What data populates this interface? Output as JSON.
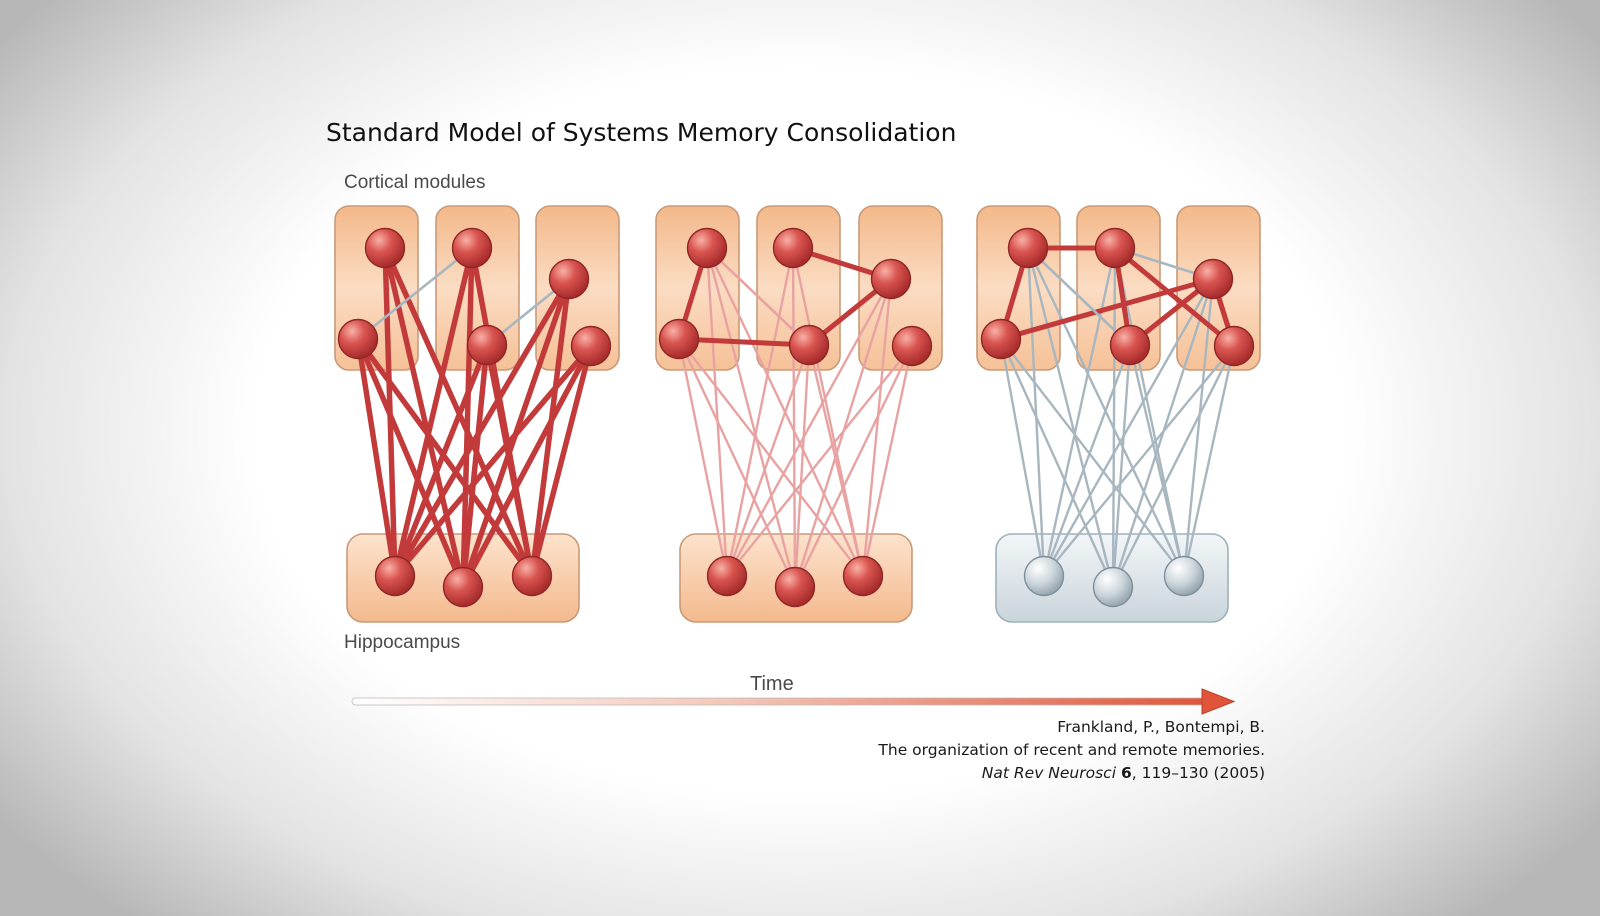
{
  "title": "Standard Model of Systems Memory Consolidation",
  "labels": {
    "cortical": "Cortical modules",
    "hippocampus": "Hippocampus",
    "time": "Time"
  },
  "citation": {
    "authors": "Frankland, P., Bontempi, B.",
    "article": "The organization of recent and remote memories.",
    "journal": "Nat Rev Neurosci",
    "volume": "6",
    "pages_year": ", 119–130 (2005)"
  },
  "colors": {
    "module_fill": "#f7c9a3",
    "module_border": "#c89a78",
    "hippo_inactive_fill": "#dfe6ea",
    "node_red": "#d24c4c",
    "node_grey": "#c9d3d9",
    "strong_link": "#c23a3a",
    "faded_link": "#e9a2a2",
    "grey_link": "#a8b6bf",
    "arrow": "#e0553a"
  },
  "stages": [
    {
      "hippocampus_active": true,
      "hippo_links": "strong",
      "cortical_links": [
        [
          1,
          2,
          "grey"
        ],
        [
          3,
          4,
          "grey"
        ]
      ]
    },
    {
      "hippocampus_active": true,
      "hippo_links": "faded",
      "cortical_links": [
        [
          0,
          1,
          "red"
        ],
        [
          1,
          3,
          "red"
        ],
        [
          3,
          4,
          "red"
        ],
        [
          2,
          4,
          "red"
        ],
        [
          0,
          3,
          "faded"
        ]
      ]
    },
    {
      "hippocampus_active": false,
      "hippo_links": "grey",
      "cortical_links": [
        [
          0,
          1,
          "red"
        ],
        [
          0,
          2,
          "red"
        ],
        [
          2,
          5,
          "red"
        ],
        [
          5,
          4,
          "red"
        ],
        [
          1,
          4,
          "red"
        ],
        [
          2,
          3,
          "red"
        ],
        [
          3,
          4,
          "red"
        ],
        [
          4,
          5,
          "red"
        ],
        [
          0,
          3,
          "grey"
        ],
        [
          2,
          4,
          "grey"
        ]
      ]
    }
  ]
}
